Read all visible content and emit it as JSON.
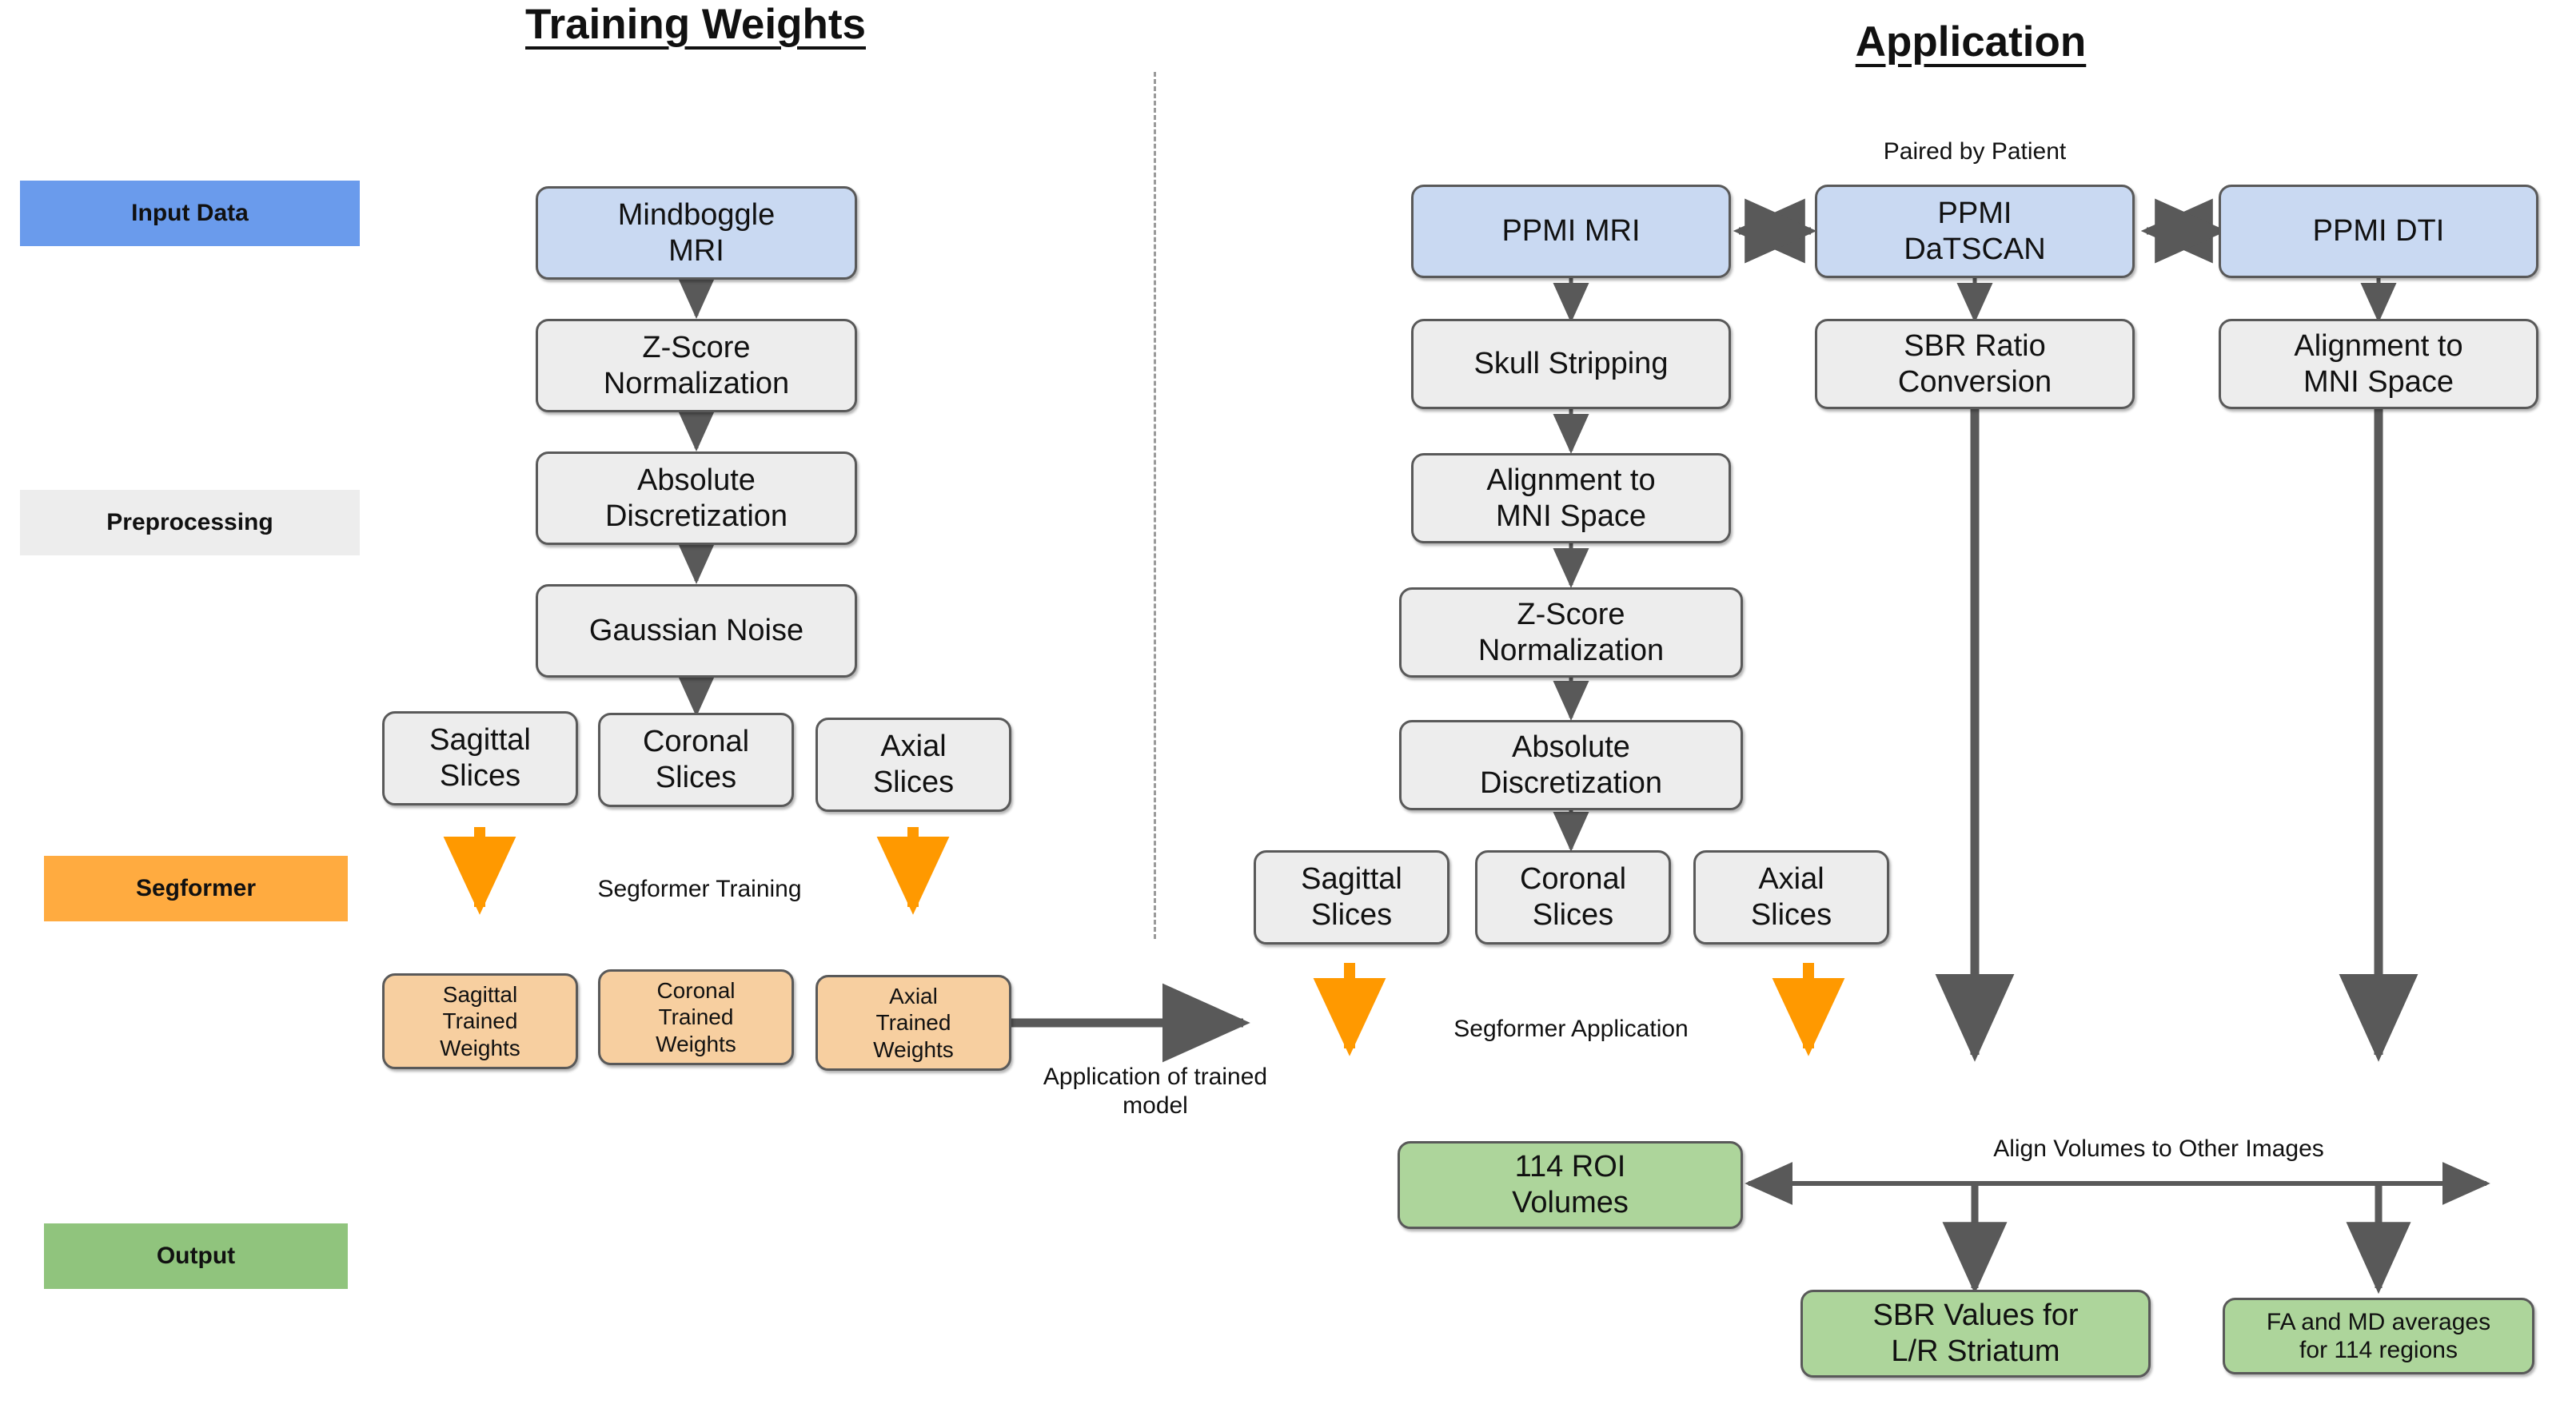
{
  "figure": {
    "sections": [
      {
        "id": "training",
        "title": "Training Weights"
      },
      {
        "id": "application",
        "title": "Application"
      }
    ],
    "legend": [
      {
        "key": "input",
        "label": "Input Data",
        "color": "#6A9BEC"
      },
      {
        "key": "preprocessing",
        "label": "Preprocessing",
        "color": "#EDEDED"
      },
      {
        "key": "segformer",
        "label": "Segformer",
        "color": "#FFAB40"
      },
      {
        "key": "output",
        "label": "Output",
        "color": "#90C47D"
      }
    ],
    "palette": {
      "node_blue": "#C9D9F2",
      "node_grey": "#EDEDED",
      "node_peach": "#F7CFA0",
      "node_green": "#ADD59B",
      "arrow_grey": "#595959",
      "arrow_orange": "#FF9900",
      "divider": "#9A9A9A"
    },
    "training": {
      "nodes": {
        "mindboggle_mri": "Mindboggle\nMRI",
        "zscore_normalization": "Z-Score\nNormalization",
        "absolute_discretization": "Absolute\nDiscretization",
        "gaussian_noise": "Gaussian Noise",
        "sagittal_slices": "Sagittal\nSlices",
        "coronal_slices": "Coronal\nSlices",
        "axial_slices": "Axial\nSlices",
        "sagittal_trained_weights": "Sagittal\nTrained\nWeights",
        "coronal_trained_weights": "Coronal\nTrained\nWeights",
        "axial_trained_weights": "Axial\nTrained\nWeights"
      },
      "captions": {
        "segformer_training": "Segformer Training",
        "application_of_trained_model": "Application of trained\nmodel"
      }
    },
    "application": {
      "nodes": {
        "ppmi_mri": "PPMI MRI",
        "ppmi_datscan": "PPMI\nDaTSCAN",
        "ppmi_dti": "PPMI DTI",
        "skull_stripping": "Skull Stripping",
        "sbr_ratio_conversion": "SBR Ratio\nConversion",
        "alignment_mni_dti": "Alignment to\nMNI Space",
        "alignment_mni_mri": "Alignment to\nMNI Space",
        "zscore_normalization": "Z-Score\nNormalization",
        "absolute_discretization": "Absolute\nDiscretization",
        "sagittal_slices": "Sagittal\nSlices",
        "coronal_slices": "Coronal\nSlices",
        "axial_slices": "Axial\nSlices",
        "roi_volumes": "114  ROI\nVolumes",
        "sbr_values": "SBR Values for\nL/R Striatum",
        "fa_md_averages": "FA and MD averages\nfor 114 regions"
      },
      "captions": {
        "paired_by_patient": "Paired by Patient",
        "segformer_application": "Segformer Application",
        "align_volumes": "Align Volumes to Other Images"
      }
    }
  }
}
